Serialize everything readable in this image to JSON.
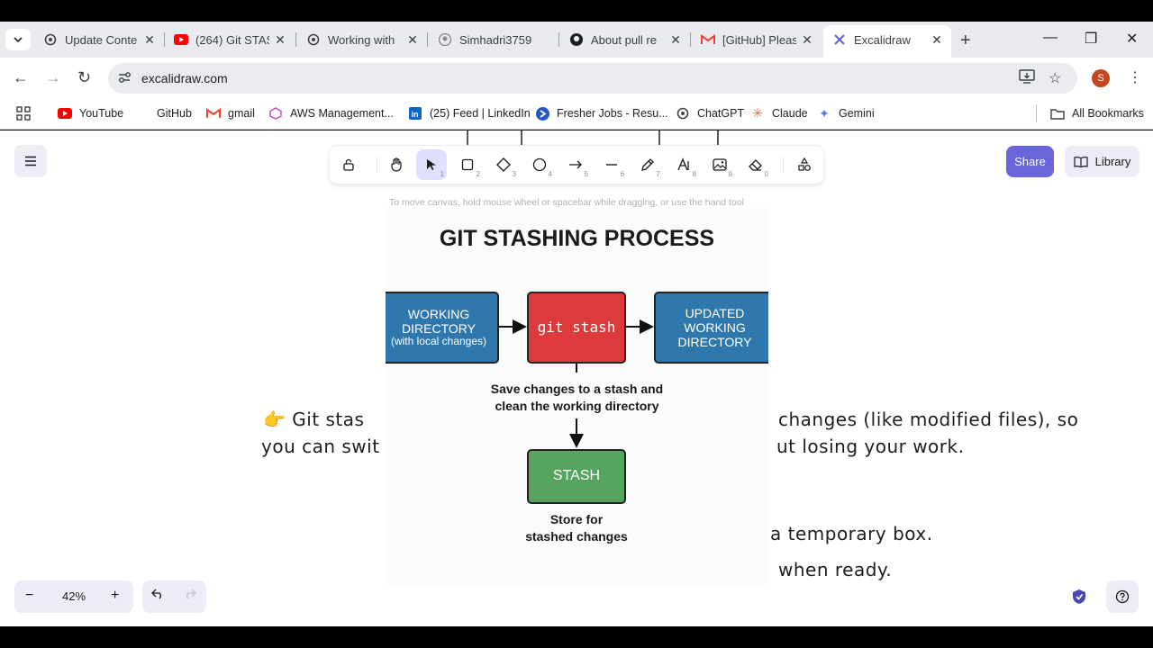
{
  "browser": {
    "tabs": [
      {
        "title": "Update Conte",
        "icon": "chatgpt-icon"
      },
      {
        "title": "(264) Git STAS",
        "icon": "youtube-icon"
      },
      {
        "title": "Working with",
        "icon": "chatgpt-icon"
      },
      {
        "title": "Simhadri3759",
        "icon": "github-icon"
      },
      {
        "title": "About pull re",
        "icon": "github-icon"
      },
      {
        "title": "[GitHub] Pleas",
        "icon": "gmail-icon"
      },
      {
        "title": "Excalidraw",
        "icon": "excalidraw-icon"
      }
    ],
    "url": "excalidraw.com",
    "profile_initial": "S",
    "bookmarks": [
      {
        "label": "YouTube",
        "icon": "youtube-icon"
      },
      {
        "label": "GitHub",
        "icon": "github-icon"
      },
      {
        "label": "gmail",
        "icon": "gmail-icon"
      },
      {
        "label": "AWS Management...",
        "icon": "aws-icon"
      },
      {
        "label": "(25) Feed | LinkedIn",
        "icon": "linkedin-icon"
      },
      {
        "label": "Fresher Jobs - Resu...",
        "icon": "resume-icon"
      },
      {
        "label": "ChatGPT",
        "icon": "chatgpt-icon"
      },
      {
        "label": "Claude",
        "icon": "claude-icon"
      },
      {
        "label": "Gemini",
        "icon": "gemini-icon"
      }
    ],
    "all_bookmarks": "All Bookmarks"
  },
  "app": {
    "tools": [
      {
        "name": "lock",
        "num": ""
      },
      {
        "name": "hand",
        "num": ""
      },
      {
        "name": "selection",
        "num": "1"
      },
      {
        "name": "rectangle",
        "num": "2"
      },
      {
        "name": "diamond",
        "num": "3"
      },
      {
        "name": "ellipse",
        "num": "4"
      },
      {
        "name": "arrow",
        "num": "5"
      },
      {
        "name": "line",
        "num": "6"
      },
      {
        "name": "draw",
        "num": "7"
      },
      {
        "name": "text",
        "num": "8"
      },
      {
        "name": "image",
        "num": "9"
      },
      {
        "name": "eraser",
        "num": "0"
      },
      {
        "name": "extra-tools",
        "num": ""
      }
    ],
    "share": "Share",
    "library": "Library",
    "hint": "To move canvas, hold mouse wheel or spacebar while dragging, or use the hand tool",
    "zoom": "42%"
  },
  "canvas": {
    "hand_line1_left": "👉 Git stas",
    "hand_line1_right": "changes (like modified files), so",
    "hand_line2_left": "you can swit",
    "hand_line2_right": "ut losing your work.",
    "hand_line3_right": "a temporary box.",
    "hand_line4_right": "when ready."
  },
  "diagram": {
    "title": "GIT STASHING PROCESS",
    "working_dir": [
      "WORKING",
      "DIRECTORY",
      "(with local changes)"
    ],
    "git_stash": "git stash",
    "updated_dir": [
      "UPDATED",
      "WORKING",
      "DIRECTORY"
    ],
    "save_caption": [
      "Save changes to a stash and",
      "clean the working directory"
    ],
    "stash": "STASH",
    "store_caption": [
      "Store for",
      "stashed changes"
    ]
  }
}
